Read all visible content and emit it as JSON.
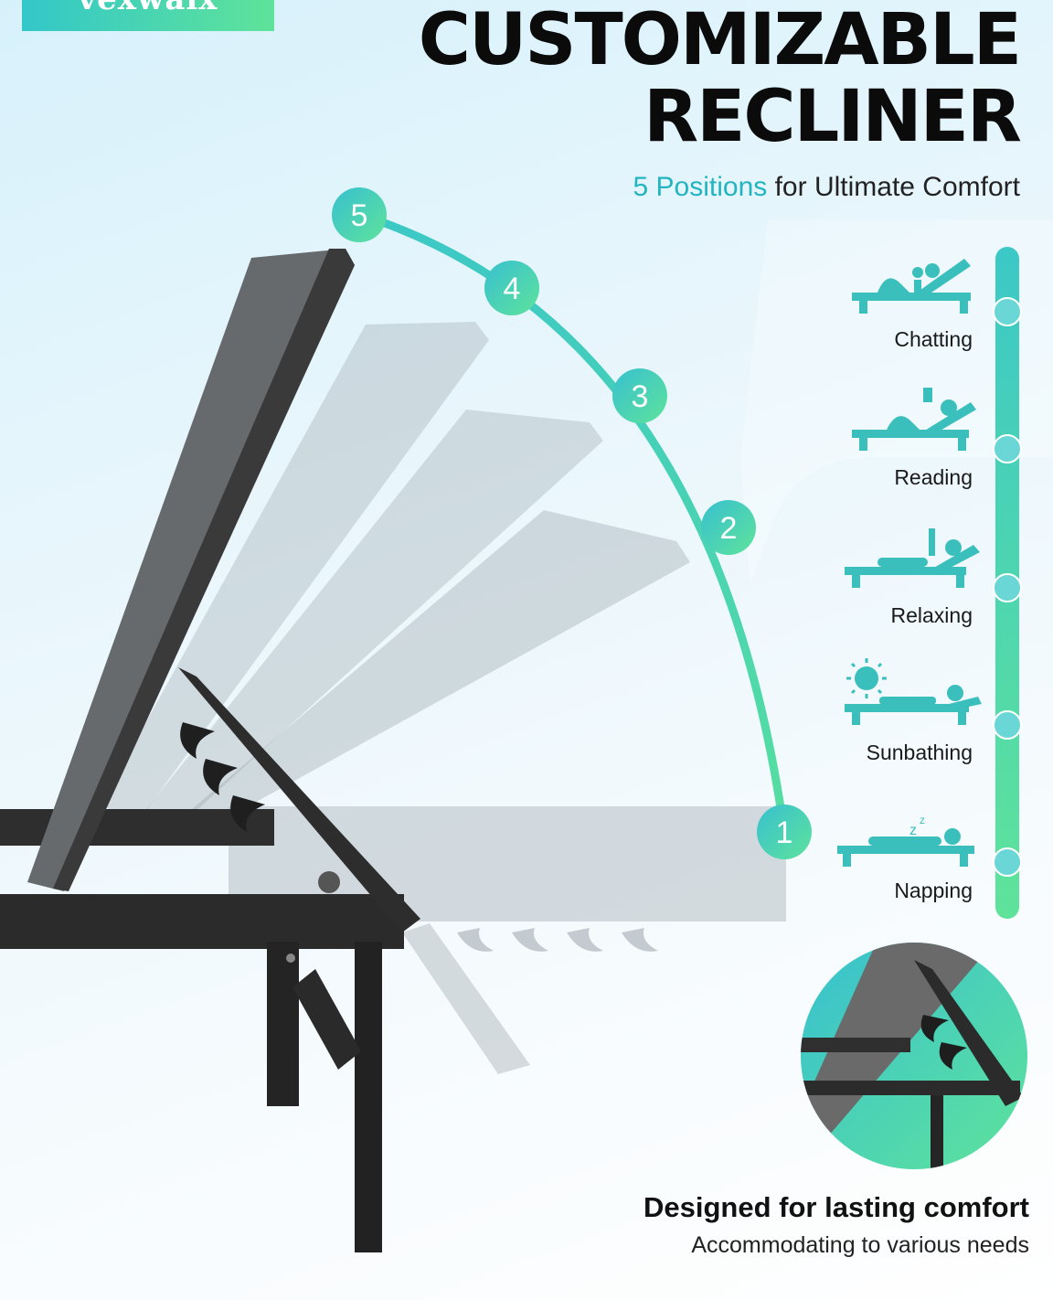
{
  "brand": {
    "logo_text": "vexwaix"
  },
  "headline": {
    "line1": "CUSTOMIZABLE",
    "line2": "RECLINER"
  },
  "subline": {
    "accent": "5 Positions",
    "rest": " for Ultimate Comfort"
  },
  "arc_markers": [
    "5",
    "4",
    "3",
    "2",
    "1"
  ],
  "positions": [
    {
      "label": "Chatting",
      "icon": "chatting-icon"
    },
    {
      "label": "Reading",
      "icon": "reading-icon"
    },
    {
      "label": "Relaxing",
      "icon": "relaxing-icon"
    },
    {
      "label": "Sunbathing",
      "icon": "sunbathing-icon"
    },
    {
      "label": "Napping",
      "icon": "napping-icon"
    }
  ],
  "closing": {
    "title": "Designed for lasting comfort",
    "subtitle": "Accommodating to various needs"
  },
  "colors": {
    "accent_teal": "#2fc4c7",
    "accent_green": "#5fe39a",
    "icon_teal": "#3bbfbd",
    "frame_dark": "#2b2b2b",
    "panel_gray": "#666666"
  }
}
